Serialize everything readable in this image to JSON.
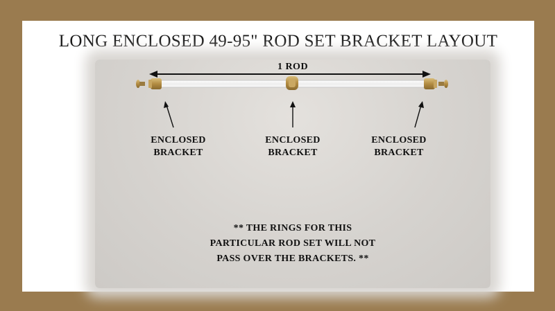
{
  "title": "LONG ENCLOSED 49-95\" ROD SET BRACKET LAYOUT",
  "rod_label": "1 ROD",
  "brackets": [
    {
      "line1": "ENCLOSED",
      "line2": "BRACKET"
    },
    {
      "line1": "ENCLOSED",
      "line2": "BRACKET"
    },
    {
      "line1": "ENCLOSED",
      "line2": "BRACKET"
    }
  ],
  "note": {
    "line1": "** THE RINGS FOR THIS",
    "line2": "PARTICULAR ROD SET WILL NOT",
    "line3": "PASS OVER THE BRACKETS. **"
  },
  "colors": {
    "border": "#9a7b4f",
    "brass": "#b8964a",
    "rod": "#f2f2f2"
  }
}
